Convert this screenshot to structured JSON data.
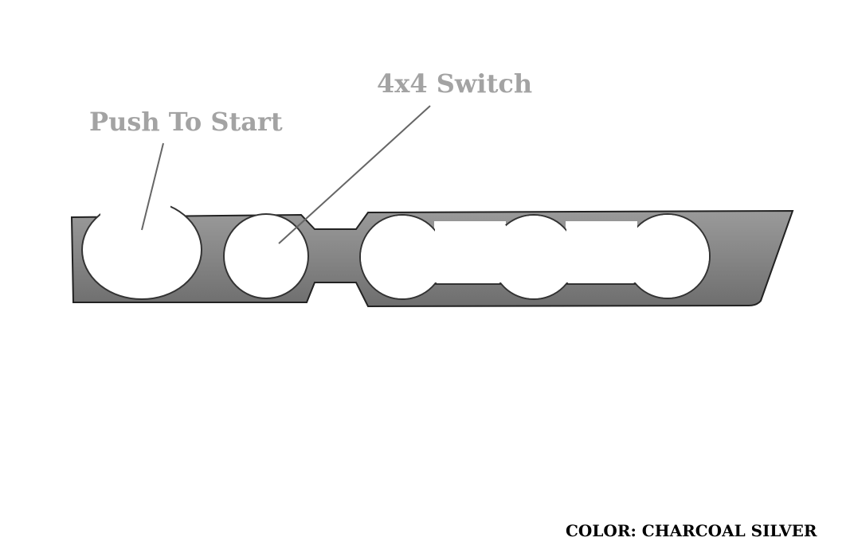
{
  "callouts": {
    "push_to_start": "Push To Start",
    "switch_4x4": "4x4 Switch"
  },
  "color_label": "COLOR: CHARCOAL SILVER",
  "colors": {
    "trim": "#8c8c8c",
    "callout_text": "#a3a3a3"
  }
}
